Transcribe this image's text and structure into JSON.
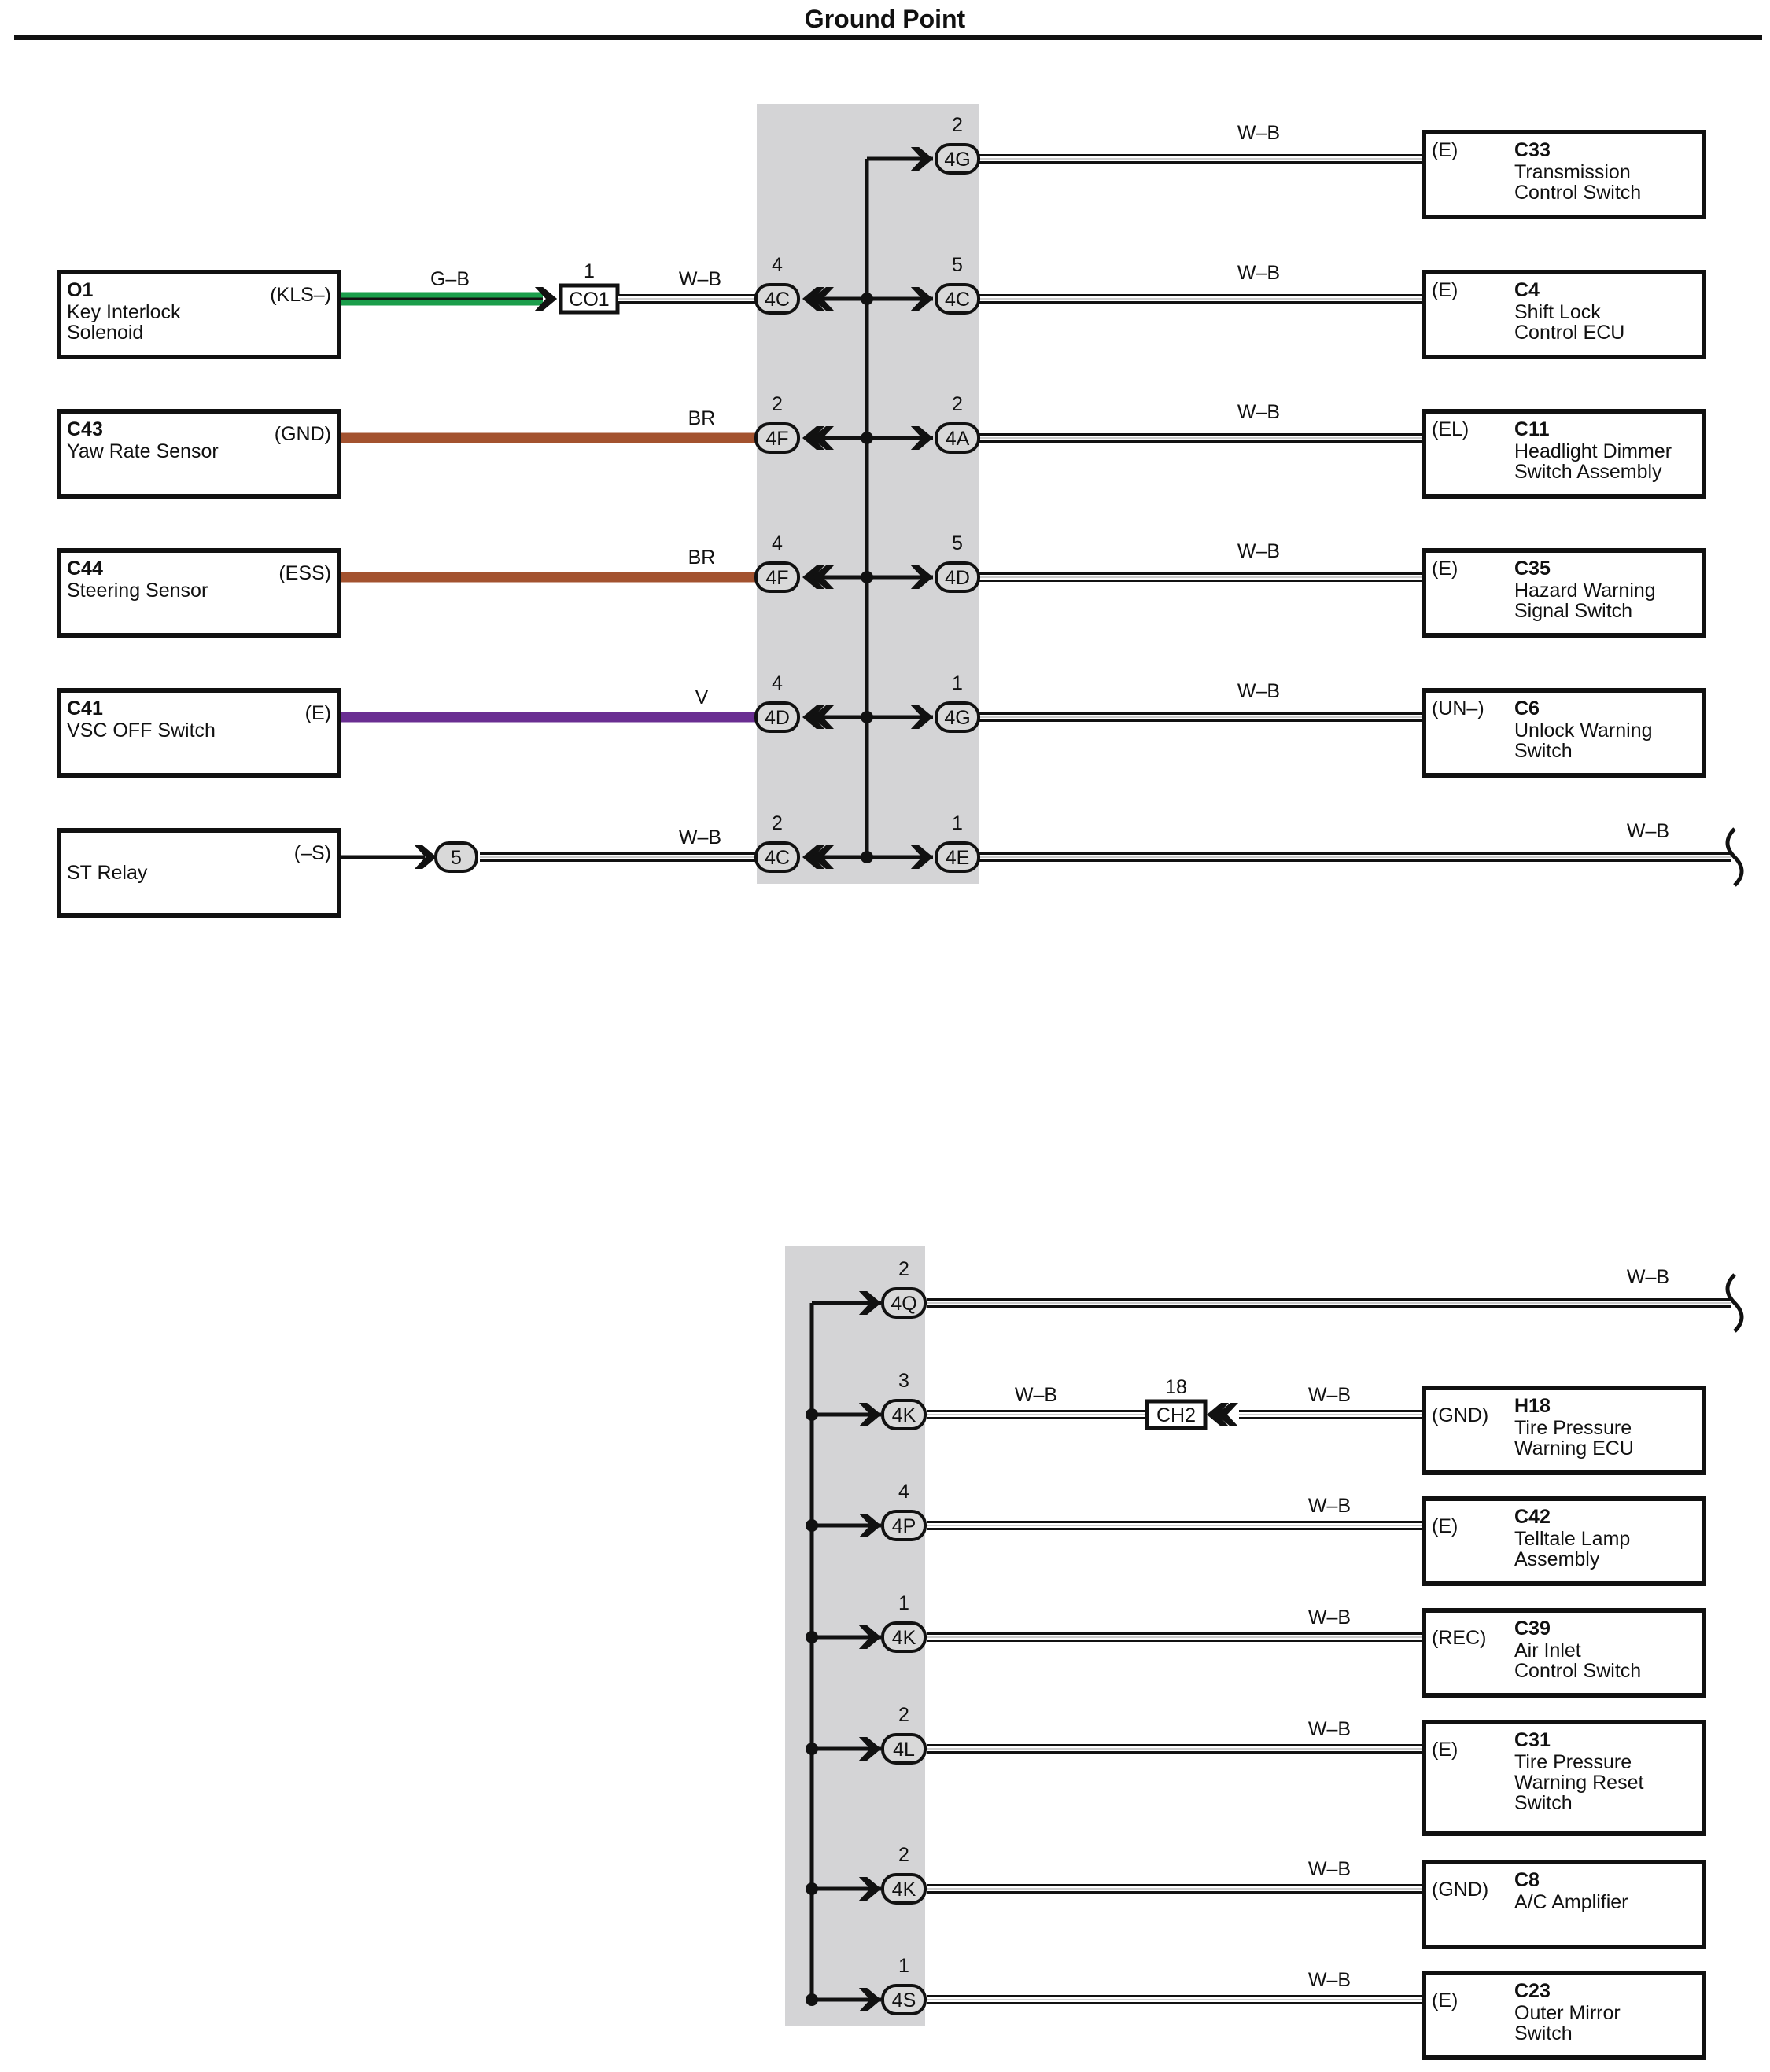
{
  "title": "Ground Point",
  "colors": {
    "wire_G_B": "#1b9e4b",
    "wire_BR": "#a3522f",
    "wire_V": "#6a2e92",
    "junction_block": "#d4d4d6"
  },
  "upper": {
    "left_components": [
      {
        "code": "O1",
        "name_lines": [
          "Key Interlock",
          "Solenoid"
        ],
        "terminal": "(KLS–)"
      },
      {
        "code": "C43",
        "name_lines": [
          "Yaw Rate Sensor"
        ],
        "terminal": "(GND)"
      },
      {
        "code": "C44",
        "name_lines": [
          "Steering Sensor"
        ],
        "terminal": "(ESS)"
      },
      {
        "code": "C41",
        "name_lines": [
          "VSC OFF Switch"
        ],
        "terminal": "(E)"
      },
      {
        "code": "",
        "name_lines": [
          "ST Relay"
        ],
        "terminal": "(–S)"
      }
    ],
    "left_wires": [
      {
        "color_label": "G–B",
        "left_color_label": "W–B",
        "junction_pin": "4",
        "junction_connector": "4C",
        "inline_connector": "CO1",
        "inline_pin": "1"
      },
      {
        "color_label": "BR",
        "junction_pin": "2",
        "junction_connector": "4F"
      },
      {
        "color_label": "BR",
        "junction_pin": "4",
        "junction_connector": "4F"
      },
      {
        "color_label": "V",
        "junction_pin": "4",
        "junction_connector": "4D"
      },
      {
        "color_label": "W–B",
        "junction_pin": "2",
        "junction_connector": "4C",
        "inline_connector": "5"
      }
    ],
    "right_wires": [
      {
        "pin": "2",
        "connector": "4G",
        "color_label": "W–B",
        "terminal": "(E)",
        "code": "C33",
        "name_lines": [
          "Transmission",
          "Control Switch"
        ]
      },
      {
        "pin": "5",
        "connector": "4C",
        "color_label": "W–B",
        "terminal": "(E)",
        "code": "C4",
        "name_lines": [
          "Shift Lock",
          "Control ECU"
        ]
      },
      {
        "pin": "2",
        "connector": "4A",
        "color_label": "W–B",
        "terminal": "(EL)",
        "code": "C11",
        "name_lines": [
          "Headlight Dimmer",
          "Switch Assembly"
        ]
      },
      {
        "pin": "5",
        "connector": "4D",
        "color_label": "W–B",
        "terminal": "(E)",
        "code": "C35",
        "name_lines": [
          "Hazard Warning",
          "Signal Switch"
        ]
      },
      {
        "pin": "1",
        "connector": "4G",
        "color_label": "W–B",
        "terminal": "(UN–)",
        "code": "C6",
        "name_lines": [
          "Unlock Warning",
          "Switch"
        ]
      },
      {
        "pin": "1",
        "connector": "4E",
        "color_label": "W–B",
        "continues": true
      }
    ]
  },
  "lower": {
    "rows": [
      {
        "pin": "2",
        "connector": "4Q",
        "color_label": "W–B",
        "continues": true
      },
      {
        "pin": "3",
        "connector": "4K",
        "color_label": "W–B",
        "inline_connector": "CH2",
        "inline_pin": "18",
        "color_label_2": "W–B",
        "terminal": "(GND)",
        "code": "H18",
        "name_lines": [
          "Tire Pressure",
          "Warning ECU"
        ]
      },
      {
        "pin": "4",
        "connector": "4P",
        "color_label": "W–B",
        "terminal": "(E)",
        "code": "C42",
        "name_lines": [
          "Telltale Lamp",
          "Assembly"
        ]
      },
      {
        "pin": "1",
        "connector": "4K",
        "color_label": "W–B",
        "terminal": "(REC)",
        "code": "C39",
        "name_lines": [
          "Air Inlet",
          "Control Switch"
        ]
      },
      {
        "pin": "2",
        "connector": "4L",
        "color_label": "W–B",
        "terminal": "(E)",
        "code": "C31",
        "name_lines": [
          "Tire Pressure",
          "Warning Reset",
          "Switch"
        ]
      },
      {
        "pin": "2",
        "connector": "4K",
        "color_label": "W–B",
        "terminal": "(GND)",
        "code": "C8",
        "name_lines": [
          "A/C Amplifier"
        ]
      },
      {
        "pin": "1",
        "connector": "4S",
        "color_label": "W–B",
        "terminal": "(E)",
        "code": "C23",
        "name_lines": [
          "Outer Mirror",
          "Switch"
        ]
      }
    ]
  }
}
